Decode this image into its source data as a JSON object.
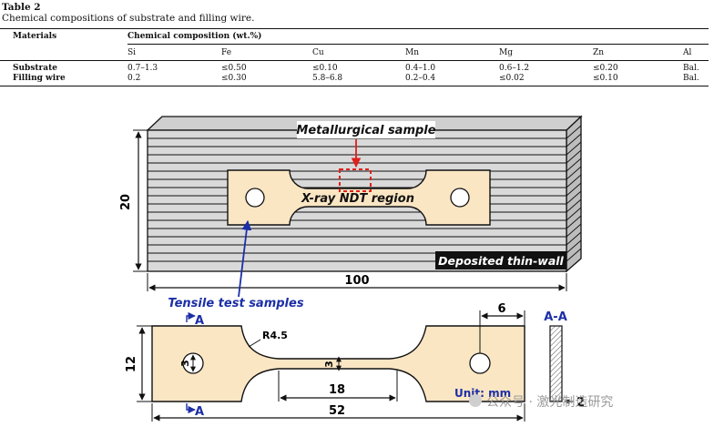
{
  "table": {
    "label": "Table 2",
    "caption": "Chemical compositions of substrate and filling wire.",
    "col_materials": "Materials",
    "col_group": "Chemical composition (wt.%)",
    "elements": [
      "Si",
      "Fe",
      "Cu",
      "Mn",
      "Mg",
      "Zn",
      "Al"
    ],
    "rows": [
      {
        "material": "Substrate",
        "values": [
          "0.7–1.3",
          "≤0.50",
          "≤0.10",
          "0.4–1.0",
          "0.6–1.2",
          "≤0.20",
          "Bal."
        ]
      },
      {
        "material": "Filling wire",
        "values": [
          "0.2",
          "≤0.30",
          "5.8–6.8",
          "0.2–0.4",
          "≤0.02",
          "≤0.10",
          "Bal."
        ]
      }
    ]
  },
  "figure": {
    "metallurgical_label": "Metallurgical sample",
    "xray_label": "X-ray NDT region",
    "deposited_label": "Deposited thin-wall",
    "tensile_label": "Tensile test samples",
    "dim_height": "20",
    "dim_length": "100",
    "section_marker": "A",
    "section_label": "A-A",
    "radius_label": "R4.5",
    "dim_width_12": "12",
    "dim_hole_3": "3",
    "dim_gauge_3": "3",
    "dim_gauge_18": "18",
    "dim_total_52": "52",
    "dim_tab_6": "6",
    "dim_thick_2": "2",
    "unit_label": "Unit: mm",
    "watermark": "公众号 · 激光制造研究"
  },
  "colors": {
    "sample_fill": "#fbe6c4",
    "layer_fill": "#d9d9d9",
    "red": "#e0201b",
    "blue": "#1c2fa6"
  }
}
